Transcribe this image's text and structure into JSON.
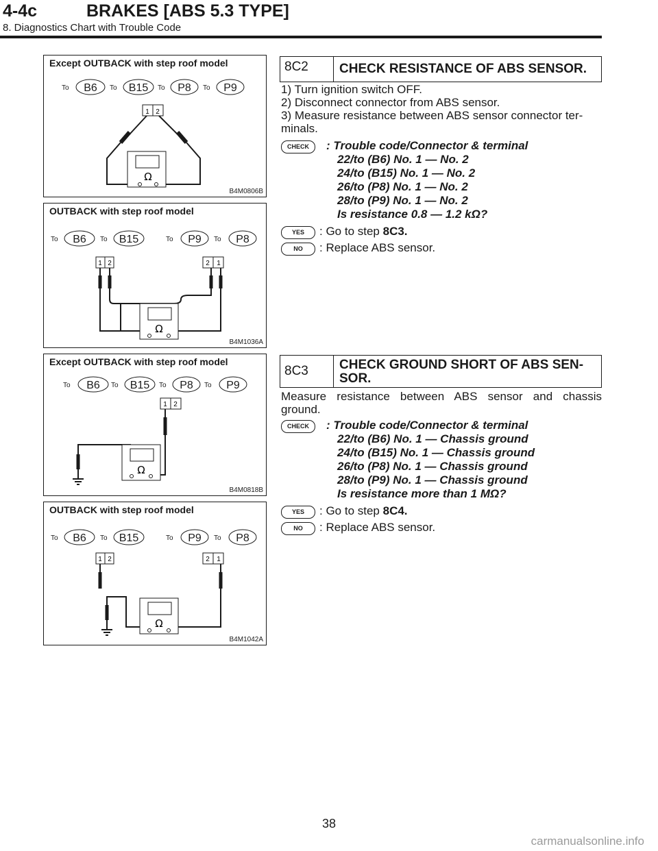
{
  "header": {
    "code": "4-4c",
    "title": "BRAKES [ABS 5.3 TYPE]",
    "subtitle": "8. Diagnostics Chart with Trouble Code"
  },
  "figures": [
    {
      "title": "Except OUTBACK with step roof model",
      "to": "To",
      "connectors": [
        "B6",
        "B15",
        "P8",
        "P9"
      ],
      "pins": "1 2",
      "ohm": "Ω",
      "id": "B4M0806B"
    },
    {
      "title": "OUTBACK with step roof model",
      "to": "To",
      "connectors": [
        "B6",
        "B15",
        "P9",
        "P8"
      ],
      "pins_left": "1 2",
      "pins_right": "2 1",
      "ohm": "Ω",
      "id": "B4M1036A"
    },
    {
      "title": "Except OUTBACK with step roof model",
      "to": "To",
      "connectors": [
        "B6",
        "B15",
        "P8",
        "P9"
      ],
      "pins": "1 2",
      "ohm": "Ω",
      "id": "B4M0818B"
    },
    {
      "title": "OUTBACK with step roof model",
      "to": "To",
      "connectors": [
        "B6",
        "B15",
        "P9",
        "P8"
      ],
      "pins_left": "1 2",
      "pins_right": "2 1",
      "ohm": "Ω",
      "id": "B4M1042A"
    }
  ],
  "step_8c2": {
    "number": "8C2",
    "title": "CHECK RESISTANCE OF ABS SENSOR.",
    "instructions": [
      "1) Turn ignition switch OFF.",
      "2) Disconnect connector from ABS sensor.",
      "3) Measure resistance between ABS sensor connector ter-",
      "minals."
    ],
    "check_badge": "CHECK",
    "check_lines": [
      ": Trouble code/Connector & terminal",
      "22/to (B6) No. 1 — No. 2",
      "24/to (B15) No. 1 — No. 2",
      "26/to (P8) No. 1 — No. 2",
      "28/to (P9) No. 1 — No. 2",
      "Is resistance 0.8 — 1.2 kΩ?"
    ],
    "yes_badge": "YES",
    "yes_text": ": Go to step ",
    "yes_step": "8C3.",
    "no_badge": "NO",
    "no_text": ": Replace ABS sensor."
  },
  "step_8c3": {
    "number": "8C3",
    "title_line1": "CHECK GROUND SHORT OF ABS SEN-",
    "title_line2": "SOR.",
    "instructions": [
      "Measure resistance between ABS sensor and chassis",
      "ground."
    ],
    "check_badge": "CHECK",
    "check_lines": [
      ": Trouble code/Connector & terminal",
      "22/to (B6) No. 1 — Chassis ground",
      "24/to (B15) No. 1 — Chassis ground",
      "26/to (P8) No. 1 — Chassis ground",
      "28/to (P9) No. 1 — Chassis ground",
      "Is resistance more than 1 MΩ?"
    ],
    "yes_badge": "YES",
    "yes_text": ": Go to step ",
    "yes_step": "8C4.",
    "no_badge": "NO",
    "no_text": ": Replace ABS sensor."
  },
  "page_number": "38",
  "watermark": "carmanualsonline.info"
}
